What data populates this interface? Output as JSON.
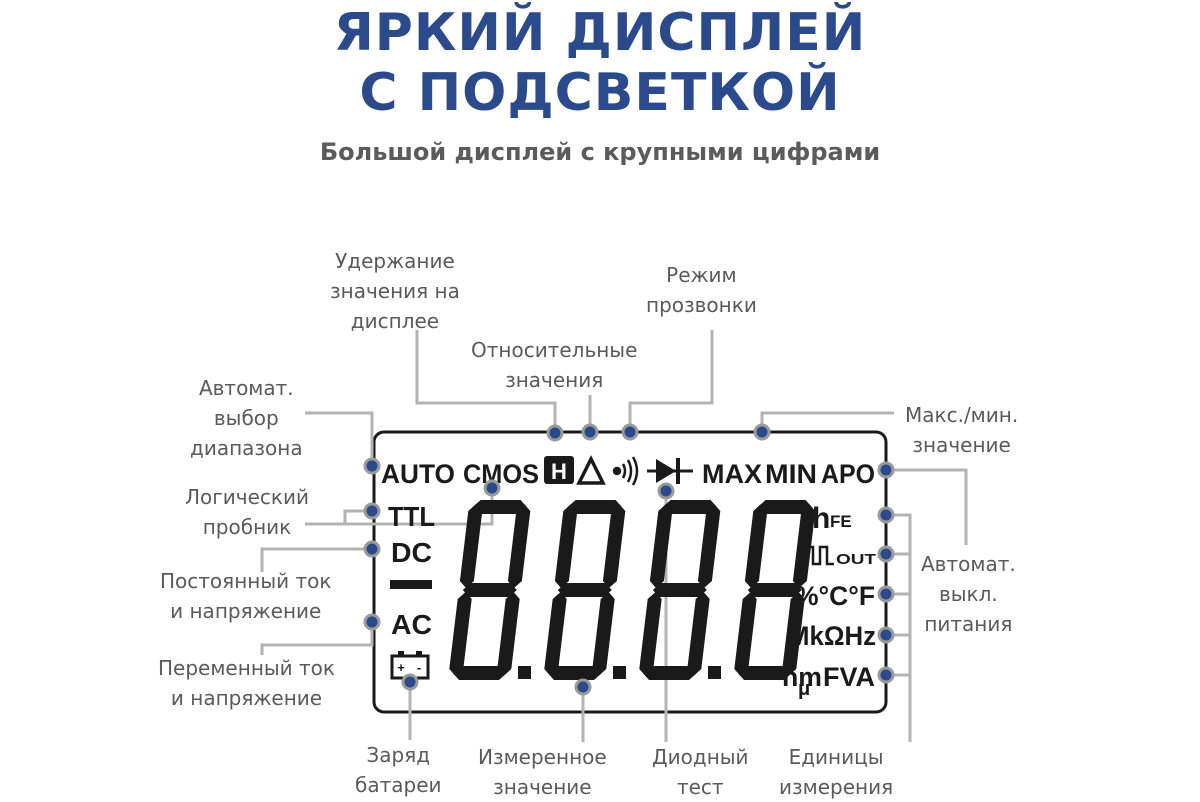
{
  "header": {
    "title_line1": "ЯРКИЙ ДИСПЛЕЙ",
    "title_line2": "С ПОДСВЕТКОЙ",
    "subtitle": "Большой дисплей с крупными цифрами"
  },
  "display": {
    "auto": "AUTO",
    "cmos": "CMOS",
    "hold_icon": "H",
    "max": "MAX",
    "min": "MIN",
    "apo": "APO",
    "ttl": "TTL",
    "dc": "DC",
    "ac": "AC",
    "hfe_h": "h",
    "hfe_fe": "FE",
    "out": "OUT",
    "temp": "%°C°F",
    "freq": "MkΩHz",
    "units_nm": "nm",
    "units_mu": "μ",
    "units_fva": "FVA",
    "battery_plus": "+",
    "battery_minus": "-"
  },
  "labels": {
    "hold": [
      "Удержание",
      "значения на",
      "дисплее"
    ],
    "relative": [
      "Относительные",
      "значения"
    ],
    "continuity": [
      "Режим",
      "прозвонки"
    ],
    "auto_range": [
      "Автомат.",
      "выбор",
      "диапазона"
    ],
    "max_min": [
      "Макс./мин.",
      "значение"
    ],
    "logic_probe": [
      "Логический",
      "пробник"
    ],
    "dc": [
      "Постоянный ток",
      "и напряжение"
    ],
    "ac": [
      "Переменный ток",
      "и напряжение"
    ],
    "auto_off": [
      "Автомат.",
      "выкл.",
      "питания"
    ],
    "battery": [
      "Заряд",
      "батареи"
    ],
    "measured": [
      "Измеренное",
      "значение"
    ],
    "diode": [
      "Диодный",
      "тест"
    ],
    "units": [
      "Единицы",
      "измерения"
    ]
  },
  "colors": {
    "title": "#2b4a8b",
    "dot_fill": "#2b4a8b",
    "connector": "#b3b3b3",
    "text": "#5a5a5a",
    "lcd": "#1a1a1a"
  }
}
